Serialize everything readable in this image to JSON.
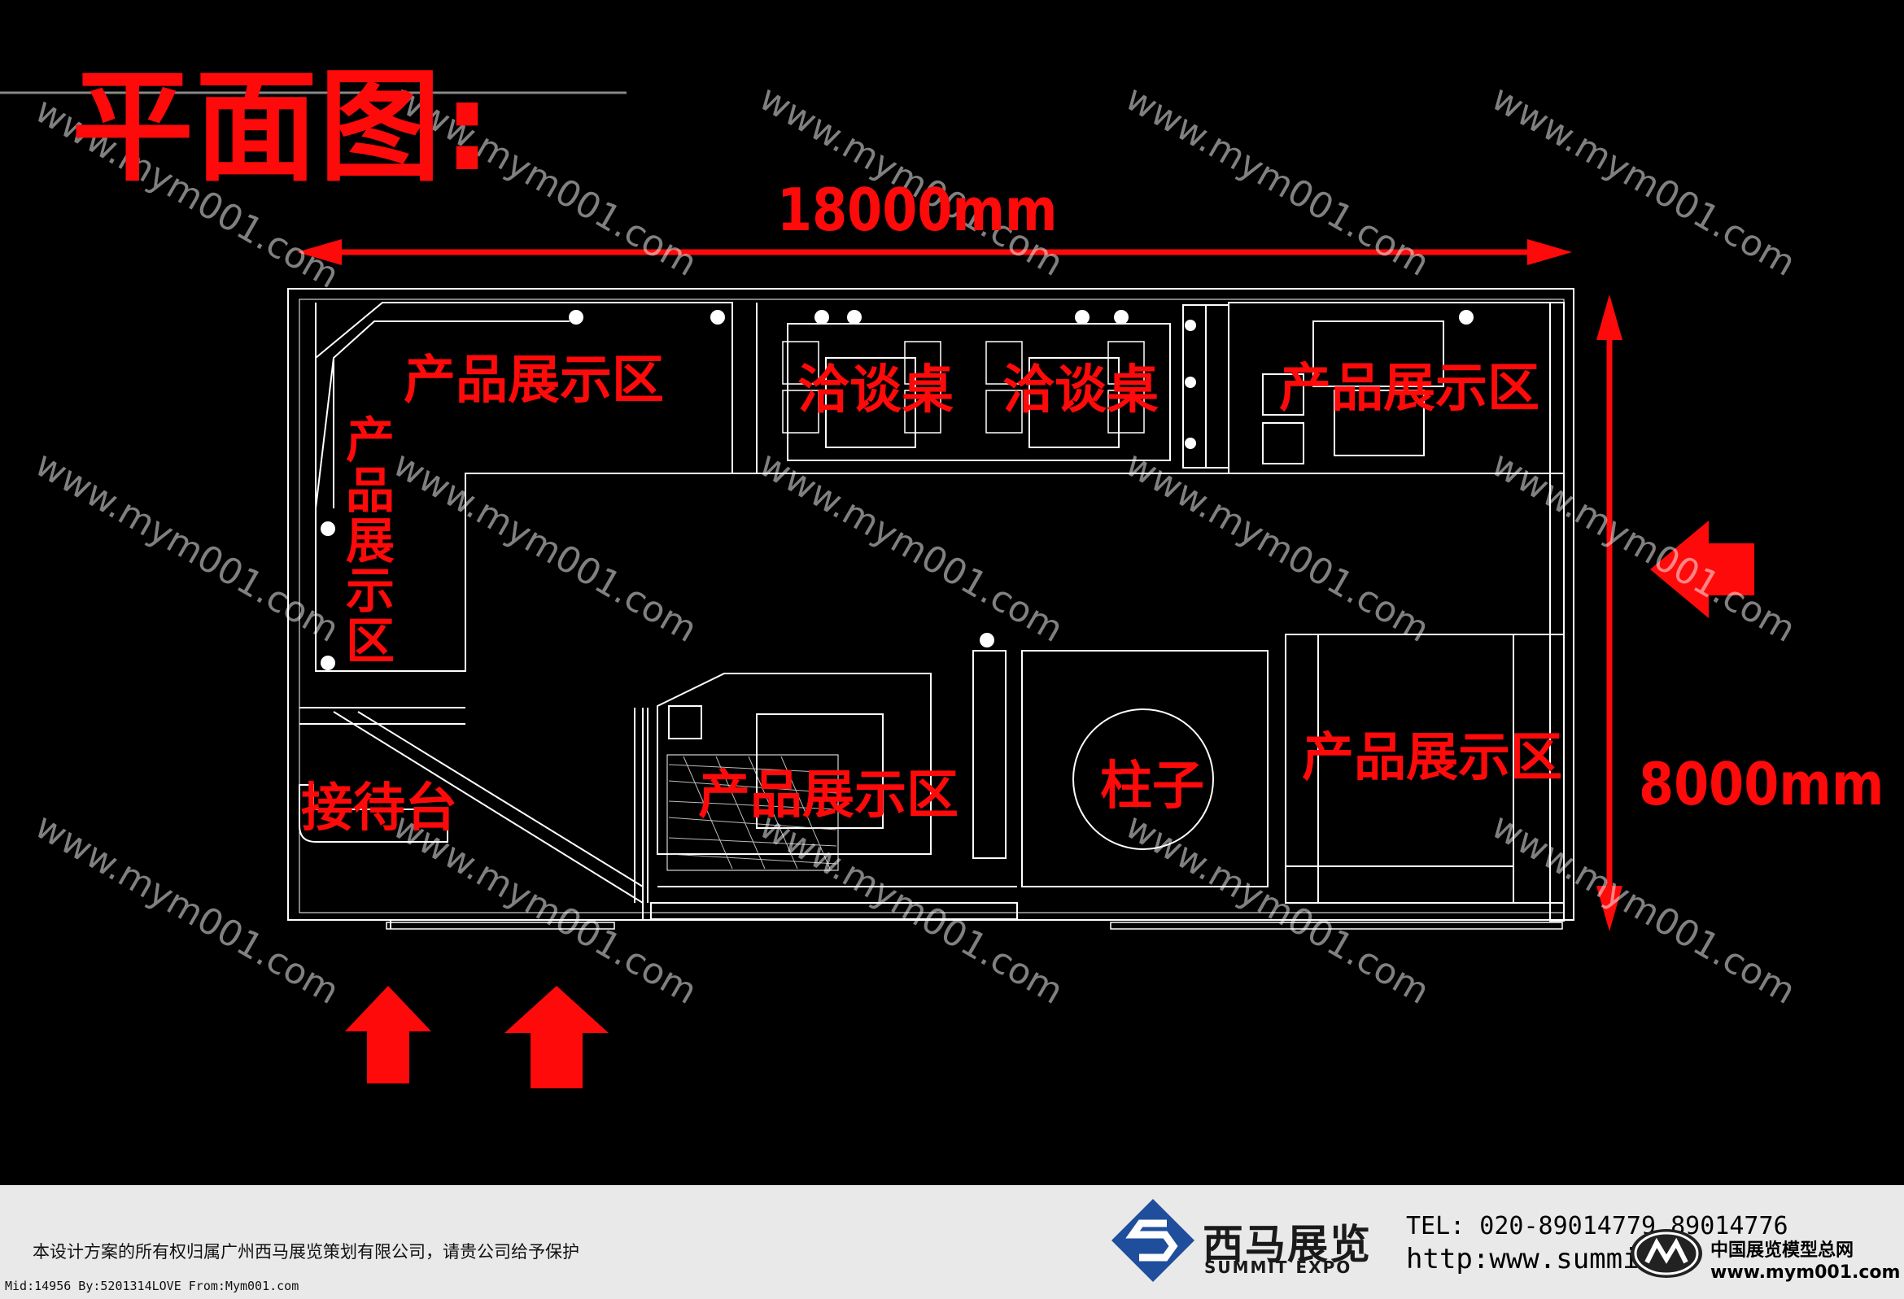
{
  "title": "平面图:",
  "dimensions": {
    "width": "18000mm",
    "height": "8000mm"
  },
  "zones": {
    "display_top_left": "产品展示区",
    "display_left_vertical": "产品展示区",
    "negotiation_1": "洽谈桌",
    "negotiation_2": "洽谈桌",
    "display_top_right": "产品展示区",
    "display_center": "产品展示区",
    "pillar": "柱子",
    "display_right": "产品展示区",
    "reception": "接待台"
  },
  "watermark": "www.mym001.com",
  "footer": {
    "copyright": "本设计方案的所有权归属广州西马展览策划有限公司，请贵公司给予保护",
    "model_id": "Mid:14956 By:5201314LOVE From:Mym001.com",
    "brand_name": "西马展览",
    "brand_sub": "SUMMIT EXPO",
    "tel": "TEL: 020-89014779  89014776",
    "web": "http:www.summi",
    "site_name": "中国展览模型总网",
    "site_url": "www.mym001.com"
  },
  "colors": {
    "accent": "#ff0a0a",
    "lines": "#ffffff",
    "background": "#000000",
    "footer": "#e9e9e9",
    "logo": "#1f4e9c"
  }
}
